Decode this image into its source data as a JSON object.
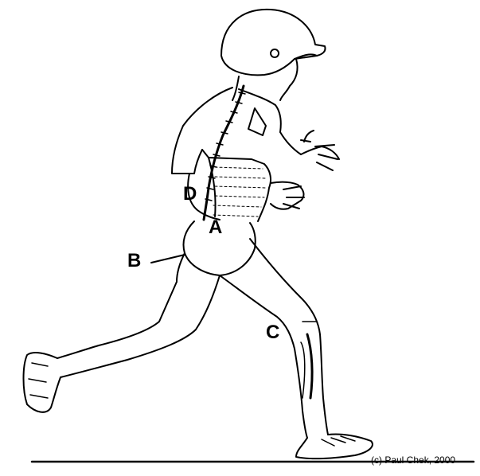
{
  "labels": {
    "a": "A",
    "b": "B",
    "c": "C",
    "d": "D"
  },
  "credit": "(c) Paul Chek, 2000",
  "colors": {
    "line": "#000000",
    "background": "#ffffff"
  },
  "icons": [
    "runner-illustration",
    "baseball-helmet",
    "spine-line",
    "muscle-shading"
  ]
}
